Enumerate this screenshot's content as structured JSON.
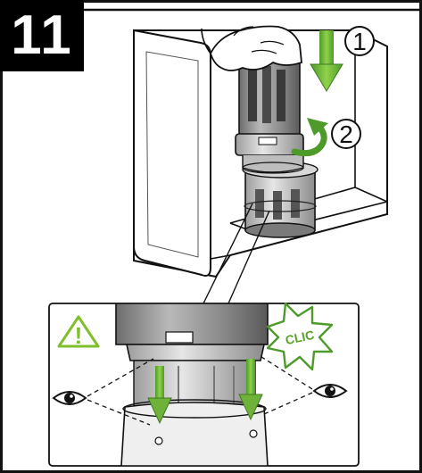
{
  "step": {
    "number": "11"
  },
  "callouts": {
    "press_down": "1",
    "rotate": "2"
  },
  "detail": {
    "warning_mark": "!",
    "click_word": "CLIC"
  },
  "icons": {
    "warning": "warning-triangle-icon",
    "eye_left": "eye-icon",
    "eye_right": "eye-icon",
    "press_arrow": "down-arrow-icon",
    "rotate_arrow": "rotate-arrow-icon",
    "click_burst": "click-burst-icon"
  },
  "colors": {
    "accent": "#7fbf2a",
    "accent_dark": "#4e9a2a",
    "line": "#111111",
    "badge": "#000000",
    "badge_text": "#ffffff"
  }
}
